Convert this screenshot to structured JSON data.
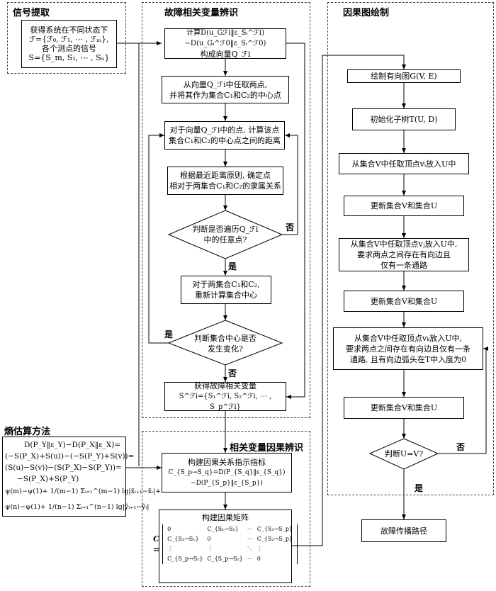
{
  "panels": {
    "signal": "信号提取",
    "fault_vars": "故障相关变量辨识",
    "causal_graph": "因果图绘制",
    "entropy": "熵估算方法",
    "causal_id": "相关变量因果辨识"
  },
  "signal_box": [
    "获得系统在不同状态下",
    "ℱ={ℱ₀, ℱ₁, ⋯ , ℱₘ},",
    "各个测点的信号",
    "S={S_m, S₁, ⋯ , Sₙ}"
  ],
  "fault_boxes": {
    "compute": [
      "计算D(u_Gℱi‖ε_Sᵢ^ℱi)−D(u_Gᵢ^ℱ0‖ε_Sᵢ^ℱ0)",
      "构成向量Q_ℱi"
    ],
    "select": [
      "从向量Q_ℱi中任取两点,",
      "并将其作为集合C₁和C₂的中心点"
    ],
    "distance": [
      "对于向量Q_ℱi中的点, 计算该点",
      "集合C₁和C₂的中心点之间的距离"
    ],
    "assign": [
      "根据最近距离原则, 确定点",
      "相对于两集合C₁和C₂的隶属关系"
    ],
    "decision1": [
      "判断是否遍历Q_ℱi",
      "中的任意点?"
    ],
    "recompute": [
      "对于两集合C₁和C₂,",
      "重新计算集合中心"
    ],
    "decision2": [
      "判断集合中心是否",
      "发生变化?"
    ],
    "result": [
      "获得故障相关变量",
      "S^ℱi={S₁^ℱi, S₂^ℱi, ⋯ , S_p^ℱi}"
    ]
  },
  "labels": {
    "no": "否",
    "yes": "是"
  },
  "graph_boxes": {
    "draw": "绘制有向图G(V, E)",
    "init": "初始化子树T(U, D)",
    "take1": "从集合V中任取顶点vᵢ放入U中",
    "update1": "更新集合V和集合U",
    "take2": [
      "从集合V中任取顶点vⱼ放入U中,",
      "要求两点之间存在有向边且",
      "仅有一条通路"
    ],
    "update2": "更新集合V和集合U",
    "take3": [
      "从集合V中任取顶点vₖ放入U中,",
      "要求两点之间存在有向边且仅有一条",
      "通路, 且有向边弧头在T中入度为0"
    ],
    "update3": "更新集合V和集合U",
    "decision": "判断U=V?",
    "final": "故障传播路径"
  },
  "entropy_eqs": [
    "D(P_Y‖ε_Y)−D(P_X‖ε_X)=",
    "(−S(P_X)+S(u))−(−S(P_Y)+S(v))=",
    "(S(u)−S(v))−(S(P_X)−S(P_Y))=",
    "−S(P_X)+S(P_Y)",
    "ψ(m)−ψ(1)+ 1/(m−1) Σᵢ₌₁^(m−1) lg|x̃ᵢ₊₁−x̃ᵢ|+",
    "ψ(n)−ψ(1)+ 1/(n−1) Σᵢ₌₁^(n−1) lg|ỹᵢ₊₁−ỹᵢ|"
  ],
  "causal_boxes": {
    "index_title": "构建因果关系指示指标",
    "index_formula": "C_{S_p→S_q}=D(P_{S_q}‖ε_{S_q})−D(P_{S_p}‖ε_{S_p})",
    "matrix_title": "构建因果矩阵",
    "matrix_lhs": "C =",
    "matrix_rows": [
      [
        "0",
        "C_{S₁→S₂}",
        "⋯",
        "C_{S₁→S_p}"
      ],
      [
        "C_{S₂→S₁}",
        "0",
        "⋯",
        "C_{S₂→S_p}"
      ],
      [
        "⋮",
        "⋮",
        "⋱",
        "⋮"
      ],
      [
        "C_{S_p→S₁}",
        "C_{S_p→S₂}",
        "⋯",
        "0"
      ]
    ]
  }
}
